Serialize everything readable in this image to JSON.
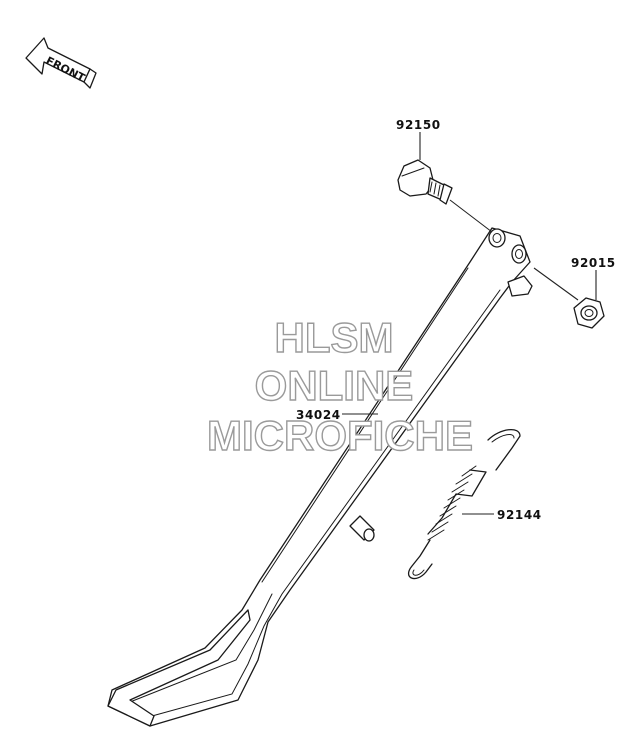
{
  "front_arrow": {
    "label": "FRONT"
  },
  "parts": [
    {
      "number": "92150"
    },
    {
      "number": "92015"
    },
    {
      "number": "34024"
    },
    {
      "number": "92144"
    }
  ],
  "watermark": {
    "line1": "HLSM",
    "line2": "ONLINE",
    "line3": "MICROFICHE"
  }
}
